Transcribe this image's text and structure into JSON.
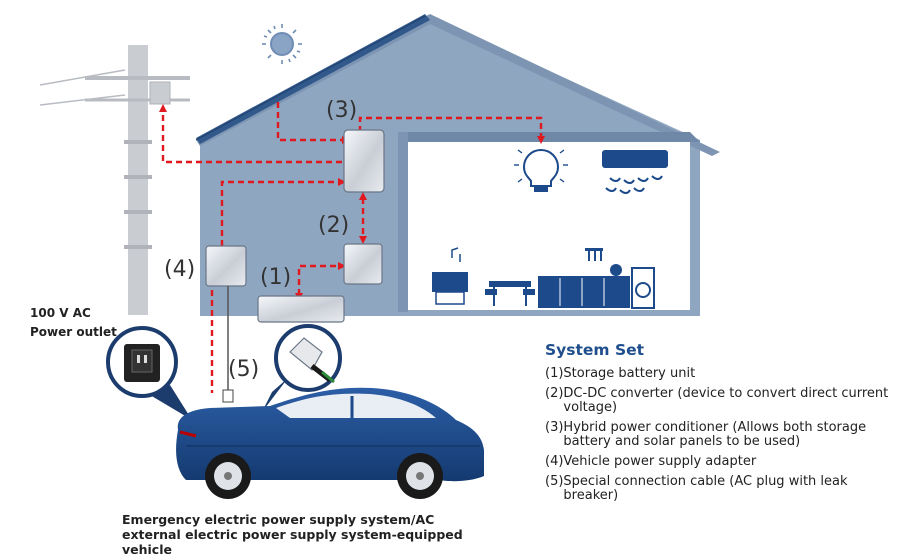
{
  "labels": {
    "n1": "(1)",
    "n2": "(2)",
    "n3": "(3)",
    "n4": "(4)",
    "n5": "(5)"
  },
  "outlet": {
    "line1": "100 V AC",
    "line2": "Power outlet"
  },
  "legend": {
    "title": "System Set",
    "items": [
      {
        "num": "(1)",
        "text": "Storage battery unit"
      },
      {
        "num": "(2)",
        "text": "DC-DC converter (device to convert direct current voltage)"
      },
      {
        "num": "(3)",
        "text": "Hybrid power conditioner (Allows both storage battery and solar panels to be used)"
      },
      {
        "num": "(4)",
        "text": "Vehicle power supply adapter"
      },
      {
        "num": "(5)",
        "text": "Special connection cable (AC plug with leak breaker)"
      }
    ]
  },
  "caption": "Emergency electric power supply system/AC external electric power supply system-equipped vehicle",
  "colors": {
    "house": "#8fa6c1",
    "house_dark": "#7d95b3",
    "roof_panel": "#31598c",
    "flow": "#e0181f",
    "car": "#1c4a8a",
    "title": "#1f4e8c"
  }
}
